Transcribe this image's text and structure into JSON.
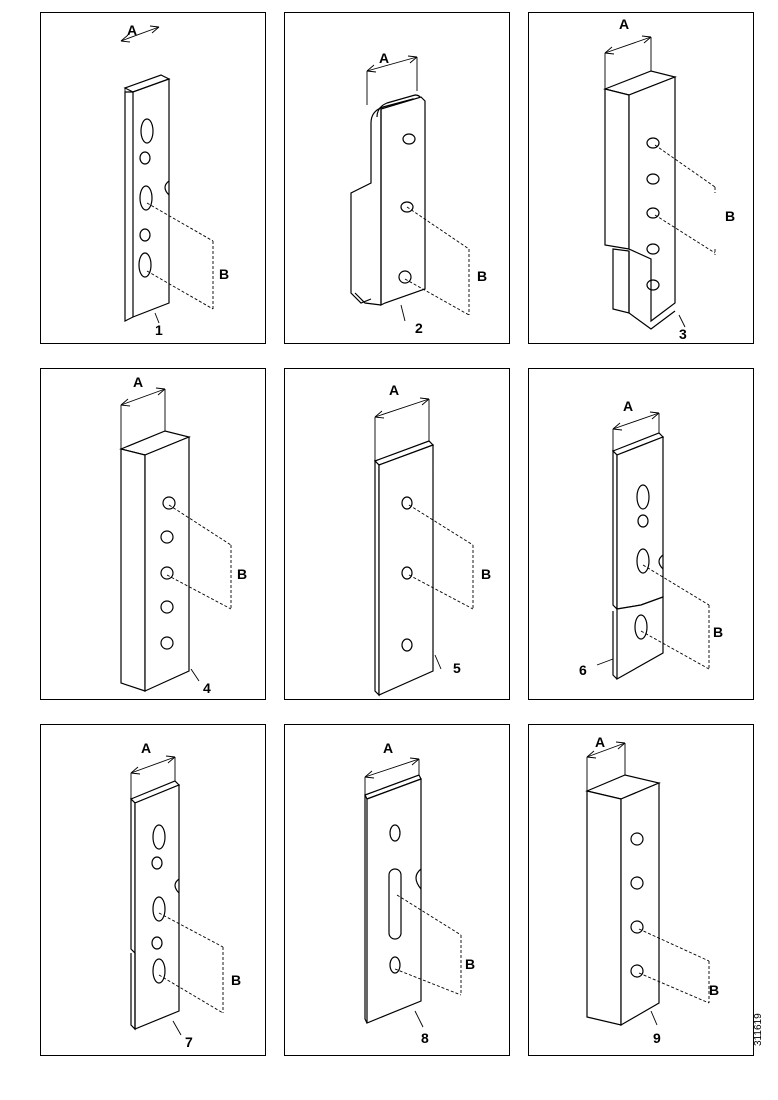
{
  "labels": {
    "width": "A",
    "spacing": "B"
  },
  "panels": [
    {
      "number": "1"
    },
    {
      "number": "2"
    },
    {
      "number": "3"
    },
    {
      "number": "4"
    },
    {
      "number": "5"
    },
    {
      "number": "6"
    },
    {
      "number": "7"
    },
    {
      "number": "8"
    },
    {
      "number": "9"
    }
  ],
  "document_code": "311619"
}
